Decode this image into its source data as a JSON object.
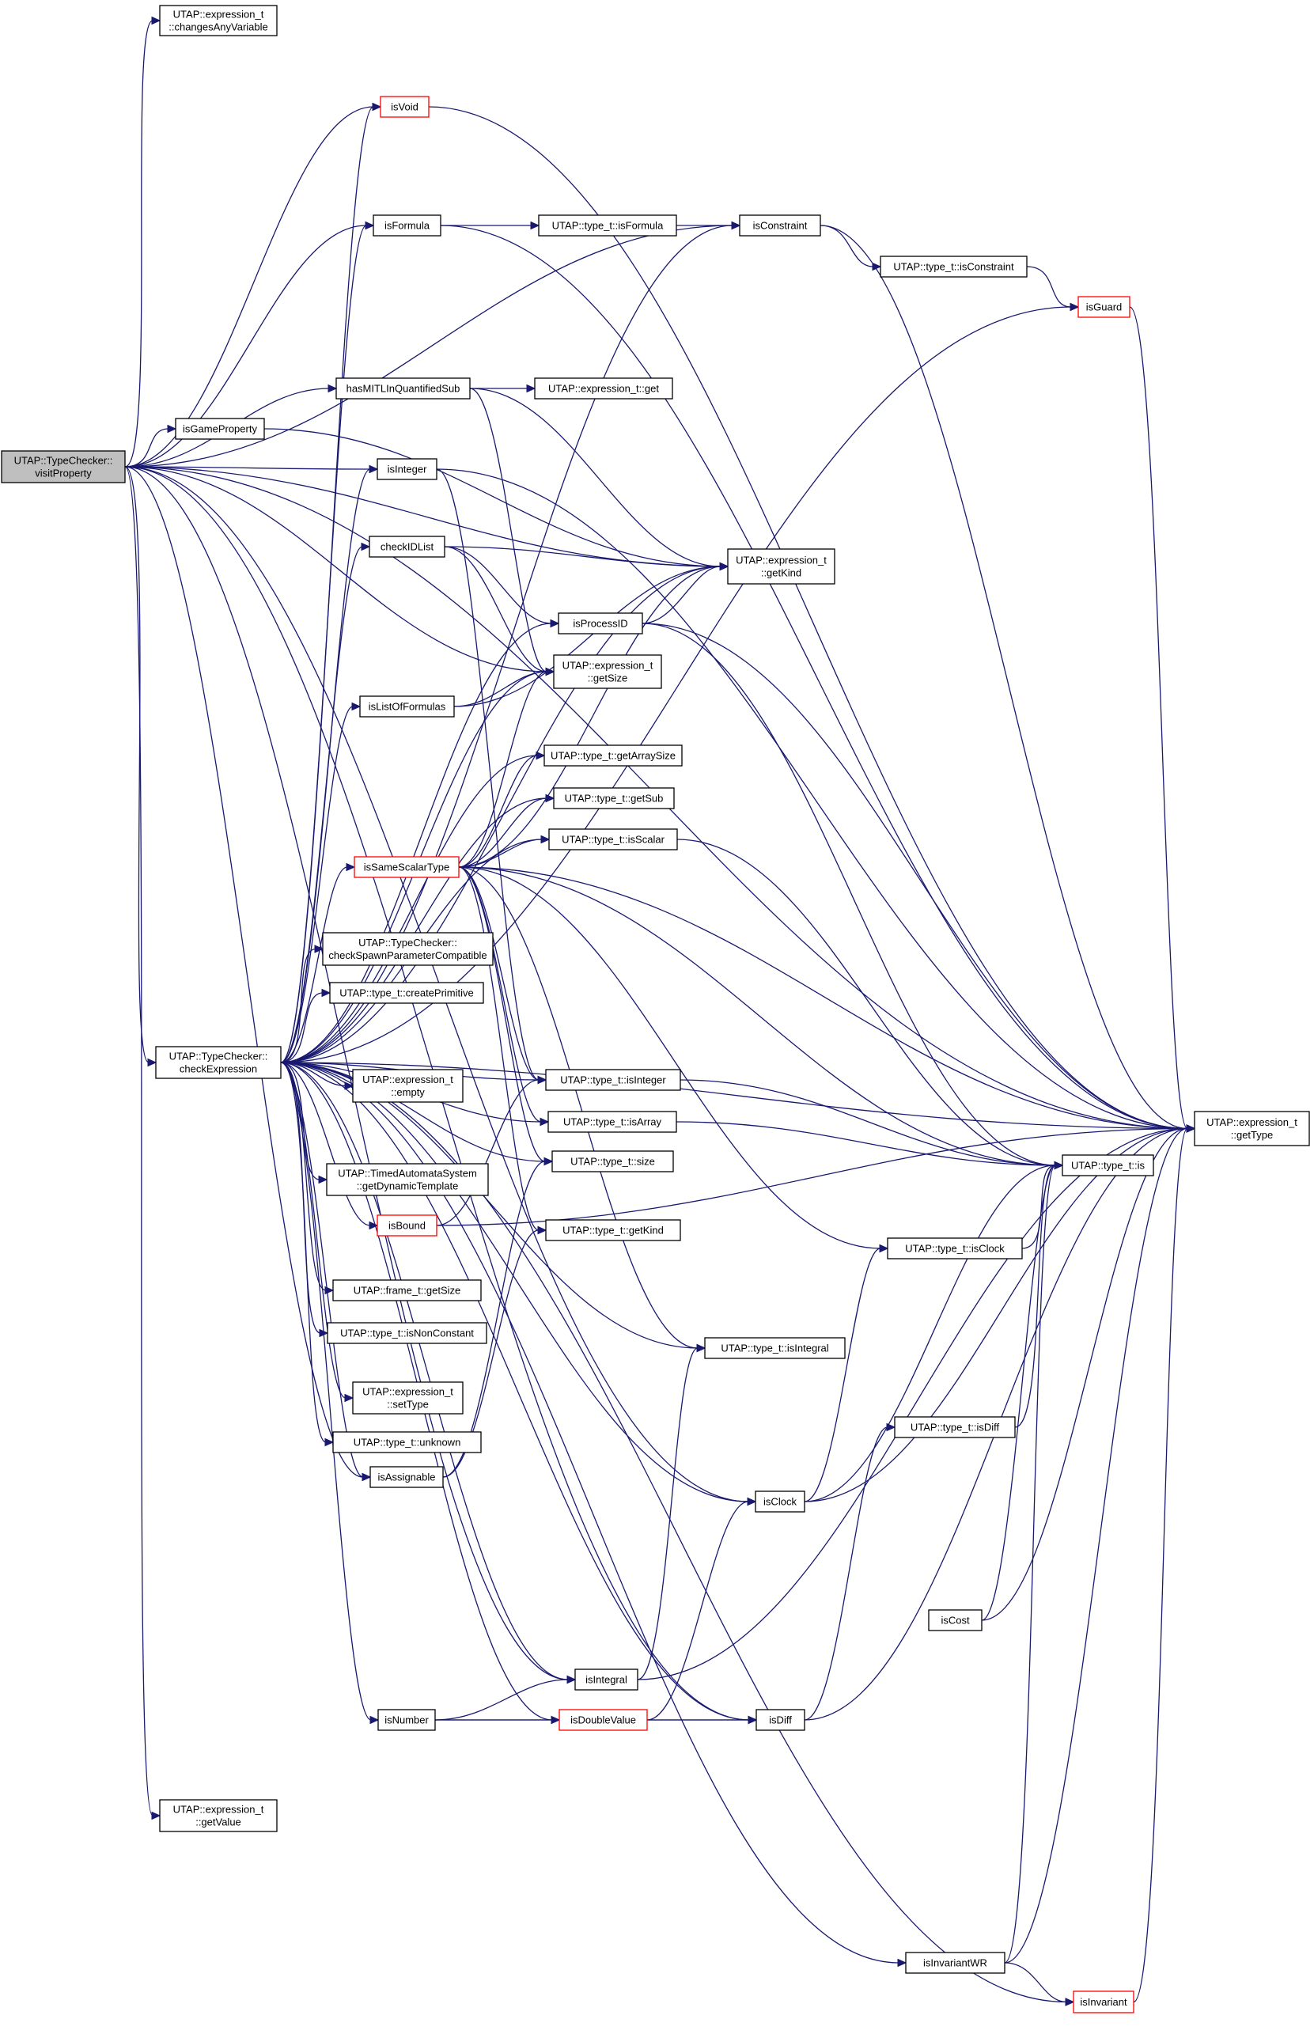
{
  "nodes": [
    {
      "id": "visitProperty",
      "lines": [
        "UTAP::TypeChecker::",
        "visitProperty"
      ],
      "root": true
    },
    {
      "id": "changesAnyVariable",
      "lines": [
        "UTAP::expression_t",
        "::changesAnyVariable"
      ]
    },
    {
      "id": "isVoid",
      "lines": [
        "isVoid"
      ],
      "red": true
    },
    {
      "id": "isFormula",
      "lines": [
        "isFormula"
      ]
    },
    {
      "id": "type_isFormula",
      "lines": [
        "UTAP::type_t::isFormula"
      ]
    },
    {
      "id": "isConstraint",
      "lines": [
        "isConstraint"
      ]
    },
    {
      "id": "type_isConstraint",
      "lines": [
        "UTAP::type_t::isConstraint"
      ]
    },
    {
      "id": "isGuard",
      "lines": [
        "isGuard"
      ],
      "red": true
    },
    {
      "id": "hasMITL",
      "lines": [
        "hasMITLInQuantifiedSub"
      ]
    },
    {
      "id": "expr_get",
      "lines": [
        "UTAP::expression_t::get"
      ]
    },
    {
      "id": "isGameProperty",
      "lines": [
        "isGameProperty"
      ]
    },
    {
      "id": "isInteger",
      "lines": [
        "isInteger"
      ]
    },
    {
      "id": "checkIDList",
      "lines": [
        "checkIDList"
      ]
    },
    {
      "id": "expr_getKind",
      "lines": [
        "UTAP::expression_t",
        "::getKind"
      ]
    },
    {
      "id": "isProcessID",
      "lines": [
        "isProcessID"
      ]
    },
    {
      "id": "expr_getSize",
      "lines": [
        "UTAP::expression_t",
        "::getSize"
      ]
    },
    {
      "id": "isListOfFormulas",
      "lines": [
        "isListOfFormulas"
      ]
    },
    {
      "id": "type_getArraySize",
      "lines": [
        "UTAP::type_t::getArraySize"
      ]
    },
    {
      "id": "type_getSub",
      "lines": [
        "UTAP::type_t::getSub"
      ]
    },
    {
      "id": "type_isScalar",
      "lines": [
        "UTAP::type_t::isScalar"
      ]
    },
    {
      "id": "isSameScalarType",
      "lines": [
        "isSameScalarType"
      ],
      "red": true
    },
    {
      "id": "checkSpawn",
      "lines": [
        "UTAP::TypeChecker::",
        "checkSpawnParameterCompatible"
      ]
    },
    {
      "id": "createPrimitive",
      "lines": [
        "UTAP::type_t::createPrimitive"
      ]
    },
    {
      "id": "checkExpression",
      "lines": [
        "UTAP::TypeChecker::",
        "checkExpression"
      ]
    },
    {
      "id": "expr_empty",
      "lines": [
        "UTAP::expression_t",
        "::empty"
      ]
    },
    {
      "id": "type_isInteger",
      "lines": [
        "UTAP::type_t::isInteger"
      ]
    },
    {
      "id": "type_isArray",
      "lines": [
        "UTAP::type_t::isArray"
      ]
    },
    {
      "id": "type_size",
      "lines": [
        "UTAP::type_t::size"
      ]
    },
    {
      "id": "getDynamicTemplate",
      "lines": [
        "UTAP::TimedAutomataSystem",
        "::getDynamicTemplate"
      ]
    },
    {
      "id": "expr_getType",
      "lines": [
        "UTAP::expression_t",
        "::getType"
      ]
    },
    {
      "id": "type_is",
      "lines": [
        "UTAP::type_t::is"
      ]
    },
    {
      "id": "isBound",
      "lines": [
        "isBound"
      ],
      "red": true
    },
    {
      "id": "type_getKind",
      "lines": [
        "UTAP::type_t::getKind"
      ]
    },
    {
      "id": "type_isClock",
      "lines": [
        "UTAP::type_t::isClock"
      ]
    },
    {
      "id": "frame_getSize",
      "lines": [
        "UTAP::frame_t::getSize"
      ]
    },
    {
      "id": "type_isNonConstant",
      "lines": [
        "UTAP::type_t::isNonConstant"
      ]
    },
    {
      "id": "type_isIntegral",
      "lines": [
        "UTAP::type_t::isIntegral"
      ]
    },
    {
      "id": "expr_setType",
      "lines": [
        "UTAP::expression_t",
        "::setType"
      ]
    },
    {
      "id": "type_isDiff",
      "lines": [
        "UTAP::type_t::isDiff"
      ]
    },
    {
      "id": "type_unknown",
      "lines": [
        "UTAP::type_t::unknown"
      ]
    },
    {
      "id": "isAssignable",
      "lines": [
        "isAssignable"
      ]
    },
    {
      "id": "isClock",
      "lines": [
        "isClock"
      ]
    },
    {
      "id": "isCost",
      "lines": [
        "isCost"
      ]
    },
    {
      "id": "isIntegral",
      "lines": [
        "isIntegral"
      ]
    },
    {
      "id": "isNumber",
      "lines": [
        "isNumber"
      ]
    },
    {
      "id": "isDoubleValue",
      "lines": [
        "isDoubleValue"
      ],
      "red": true
    },
    {
      "id": "isDiff",
      "lines": [
        "isDiff"
      ]
    },
    {
      "id": "expr_getValue",
      "lines": [
        "UTAP::expression_t",
        "::getValue"
      ]
    },
    {
      "id": "isInvariantWR",
      "lines": [
        "isInvariantWR"
      ]
    },
    {
      "id": "isInvariant",
      "lines": [
        "isInvariant"
      ],
      "red": true
    }
  ],
  "edges": [
    [
      "visitProperty",
      "changesAnyVariable"
    ],
    [
      "visitProperty",
      "isVoid"
    ],
    [
      "visitProperty",
      "isFormula"
    ],
    [
      "visitProperty",
      "isConstraint"
    ],
    [
      "visitProperty",
      "hasMITL"
    ],
    [
      "visitProperty",
      "isGameProperty"
    ],
    [
      "visitProperty",
      "isInteger"
    ],
    [
      "visitProperty",
      "expr_getKind"
    ],
    [
      "visitProperty",
      "expr_getSize"
    ],
    [
      "visitProperty",
      "checkExpression"
    ],
    [
      "visitProperty",
      "isAssignable"
    ],
    [
      "visitProperty",
      "isClock"
    ],
    [
      "visitProperty",
      "isIntegral"
    ],
    [
      "visitProperty",
      "isDiff"
    ],
    [
      "visitProperty",
      "expr_getValue"
    ],
    [
      "visitProperty",
      "expr_getType"
    ],
    [
      "isVoid",
      "expr_getType"
    ],
    [
      "isFormula",
      "type_isFormula"
    ],
    [
      "isFormula",
      "expr_getType"
    ],
    [
      "type_isFormula",
      "isConstraint"
    ],
    [
      "isConstraint",
      "type_isConstraint"
    ],
    [
      "isConstraint",
      "expr_getType"
    ],
    [
      "type_isConstraint",
      "isGuard"
    ],
    [
      "isGuard",
      "expr_getType"
    ],
    [
      "hasMITL",
      "expr_get"
    ],
    [
      "hasMITL",
      "expr_getKind"
    ],
    [
      "hasMITL",
      "expr_getSize"
    ],
    [
      "isGameProperty",
      "expr_getKind"
    ],
    [
      "isInteger",
      "expr_getType"
    ],
    [
      "isInteger",
      "type_isInteger"
    ],
    [
      "checkIDList",
      "expr_getKind"
    ],
    [
      "checkIDList",
      "isProcessID"
    ],
    [
      "checkIDList",
      "expr_getSize"
    ],
    [
      "isProcessID",
      "expr_getKind"
    ],
    [
      "isProcessID",
      "expr_getType"
    ],
    [
      "isProcessID",
      "type_is"
    ],
    [
      "isListOfFormulas",
      "expr_getSize"
    ],
    [
      "isListOfFormulas",
      "expr_getKind"
    ],
    [
      "isSameScalarType",
      "expr_getSize"
    ],
    [
      "isSameScalarType",
      "type_getArraySize"
    ],
    [
      "isSameScalarType",
      "type_getSub"
    ],
    [
      "isSameScalarType",
      "type_isScalar"
    ],
    [
      "isSameScalarType",
      "expr_getKind"
    ],
    [
      "isSameScalarType",
      "expr_getType"
    ],
    [
      "isSameScalarType",
      "type_is"
    ],
    [
      "isSameScalarType",
      "type_isClock"
    ],
    [
      "isSameScalarType",
      "type_isIntegral"
    ],
    [
      "isSameScalarType",
      "type_isInteger"
    ],
    [
      "isSameScalarType",
      "type_isArray"
    ],
    [
      "isSameScalarType",
      "type_size"
    ],
    [
      "isSameScalarType",
      "type_getKind"
    ],
    [
      "type_isScalar",
      "type_is"
    ],
    [
      "checkExpression",
      "isVoid"
    ],
    [
      "checkExpression",
      "isFormula"
    ],
    [
      "checkExpression",
      "isConstraint"
    ],
    [
      "checkExpression",
      "isGuard"
    ],
    [
      "checkExpression",
      "isInteger"
    ],
    [
      "checkExpression",
      "checkIDList"
    ],
    [
      "checkExpression",
      "isProcessID"
    ],
    [
      "checkExpression",
      "expr_getSize"
    ],
    [
      "checkExpression",
      "isListOfFormulas"
    ],
    [
      "checkExpression",
      "type_getArraySize"
    ],
    [
      "checkExpression",
      "type_getSub"
    ],
    [
      "checkExpression",
      "type_isScalar"
    ],
    [
      "checkExpression",
      "isSameScalarType"
    ],
    [
      "checkExpression",
      "checkSpawn"
    ],
    [
      "checkExpression",
      "createPrimitive"
    ],
    [
      "checkExpression",
      "expr_empty"
    ],
    [
      "checkExpression",
      "type_isInteger"
    ],
    [
      "checkExpression",
      "type_isArray"
    ],
    [
      "checkExpression",
      "type_size"
    ],
    [
      "checkExpression",
      "getDynamicTemplate"
    ],
    [
      "checkExpression",
      "isBound"
    ],
    [
      "checkExpression",
      "frame_getSize"
    ],
    [
      "checkExpression",
      "type_isNonConstant"
    ],
    [
      "checkExpression",
      "type_isIntegral"
    ],
    [
      "checkExpression",
      "expr_setType"
    ],
    [
      "checkExpression",
      "type_unknown"
    ],
    [
      "checkExpression",
      "isAssignable"
    ],
    [
      "checkExpression",
      "isClock"
    ],
    [
      "checkExpression",
      "isIntegral"
    ],
    [
      "checkExpression",
      "isNumber"
    ],
    [
      "checkExpression",
      "isDoubleValue"
    ],
    [
      "checkExpression",
      "isDiff"
    ],
    [
      "checkExpression",
      "isInvariantWR"
    ],
    [
      "checkExpression",
      "isInvariant"
    ],
    [
      "checkExpression",
      "expr_getType"
    ],
    [
      "checkExpression",
      "expr_getKind"
    ],
    [
      "type_isInteger",
      "type_is"
    ],
    [
      "type_isArray",
      "type_is"
    ],
    [
      "isBound",
      "type_isInteger"
    ],
    [
      "isBound",
      "expr_getType"
    ],
    [
      "type_isClock",
      "type_is"
    ],
    [
      "type_isDiff",
      "type_is"
    ],
    [
      "isAssignable",
      "type_size"
    ],
    [
      "isAssignable",
      "type_getKind"
    ],
    [
      "isClock",
      "type_isClock"
    ],
    [
      "isClock",
      "type_is"
    ],
    [
      "isClock",
      "expr_getType"
    ],
    [
      "isCost",
      "type_is"
    ],
    [
      "isCost",
      "expr_getType"
    ],
    [
      "isIntegral",
      "type_isIntegral"
    ],
    [
      "isIntegral",
      "expr_getType"
    ],
    [
      "isNumber",
      "isIntegral"
    ],
    [
      "isNumber",
      "isDoubleValue"
    ],
    [
      "isNumber",
      "isDiff"
    ],
    [
      "isDoubleValue",
      "isClock"
    ],
    [
      "isDoubleValue",
      "isDiff"
    ],
    [
      "isDiff",
      "type_isDiff"
    ],
    [
      "isDiff",
      "expr_getType"
    ],
    [
      "isInvariantWR",
      "type_is"
    ],
    [
      "isInvariantWR",
      "isInvariant"
    ],
    [
      "isInvariantWR",
      "expr_getType"
    ],
    [
      "isInvariant",
      "expr_getType"
    ]
  ]
}
